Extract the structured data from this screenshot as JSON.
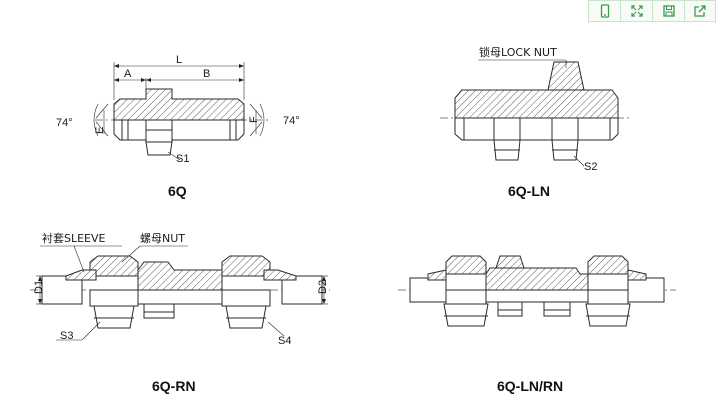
{
  "toolbar": {
    "icons": [
      "phone-icon",
      "expand-icon",
      "save-icon",
      "share-icon"
    ],
    "accent": "#3a9a4a"
  },
  "figures": [
    {
      "caption": "6Q",
      "dims": {
        "L": "L",
        "A": "A",
        "B": "B",
        "E": "E",
        "F": "F",
        "S1": "S1"
      },
      "angle_left": "74°",
      "angle_right": "74°"
    },
    {
      "caption": "6Q-LN",
      "lock_nut_label": "锁母LOCK NUT",
      "S2": "S2"
    },
    {
      "caption": "6Q-RN",
      "sleeve_label": "衬套SLEEVE",
      "nut_label": "螺母NUT",
      "D1": "D1",
      "D2": "D2",
      "S3": "S3",
      "S4": "S4"
    },
    {
      "caption": "6Q-LN/RN"
    }
  ]
}
